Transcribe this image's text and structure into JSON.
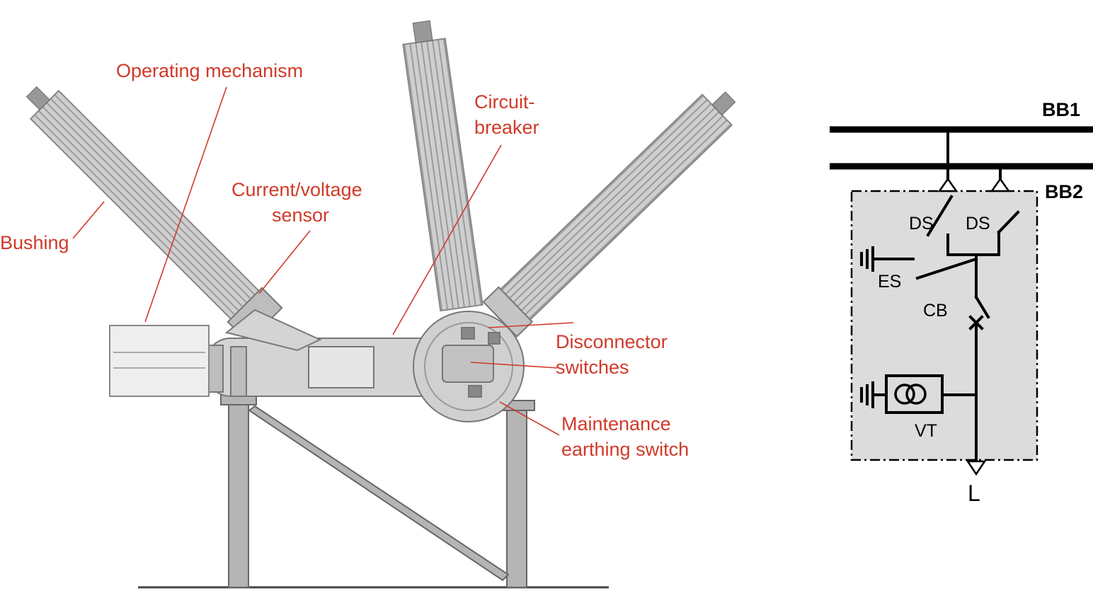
{
  "colors": {
    "label": "#d03a2a",
    "leader": "#d03a2a",
    "equipment": "#c9c9c9",
    "equipment_dark": "#8a8a8a",
    "schematic_box": "#dcdcdc",
    "schematic_line": "#000000"
  },
  "photo_labels": {
    "operating_mechanism": "Operating mechanism",
    "circuit_breaker_1": "Circuit-",
    "circuit_breaker_2": "breaker",
    "current_voltage_1": "Current/voltage",
    "current_voltage_2": "sensor",
    "bushing": "Bushing",
    "disconnector_1": "Disconnector",
    "disconnector_2": "switches",
    "maintenance_1": "Maintenance",
    "maintenance_2": "earthing switch"
  },
  "schematic": {
    "bb1": "BB1",
    "bb2": "BB2",
    "ds_left": "DS",
    "ds_right": "DS",
    "es": "ES",
    "cb": "CB",
    "vt": "VT",
    "line": "L"
  }
}
